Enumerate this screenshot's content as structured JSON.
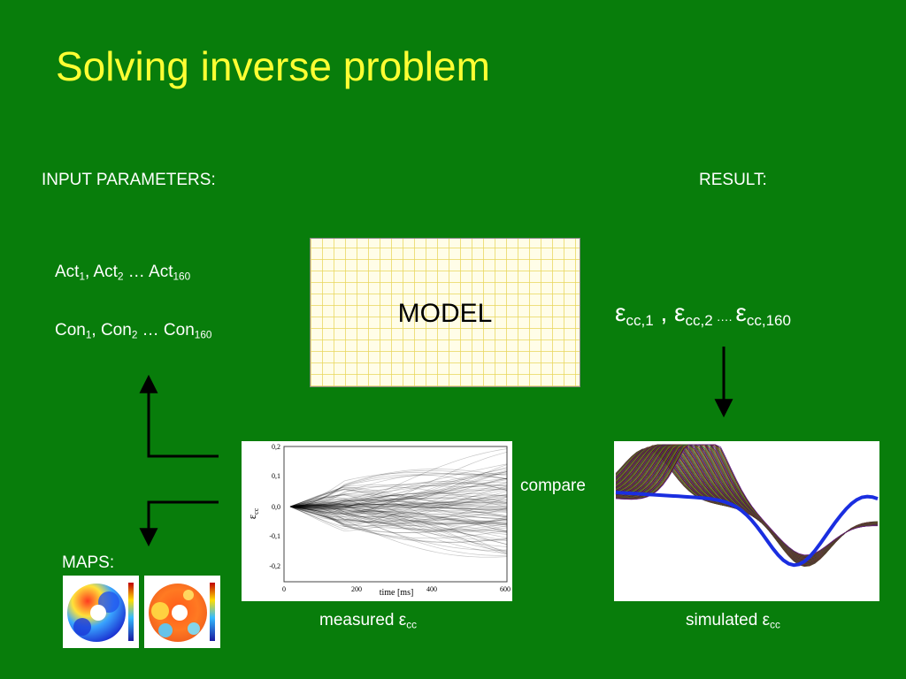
{
  "slide": {
    "title": "Solving inverse problem",
    "input_heading": "INPUT PARAMETERS:",
    "result_heading": "RESULT:",
    "act_line": {
      "a1": "Act",
      "s1": "1",
      "sep1": ", Act",
      "s2": "2",
      "sep2": " … Act",
      "s3": "160"
    },
    "con_line": {
      "a1": "Con",
      "s1": "1",
      "sep1": ", Con",
      "s2": "2",
      "sep2": " … Con",
      "s3": "160"
    },
    "model_label": "MODEL",
    "result_line": {
      "e1": "ε",
      "s1": "cc,1",
      "sep1": " , ε",
      "s2": "cc,2",
      "dots": " …. ",
      "e3": "ε",
      "s3": "cc,160"
    },
    "compare_label": "compare",
    "maps_label": "MAPS:",
    "measured_caption": {
      "text": "measured ε",
      "sub": "cc"
    },
    "simulated_caption": {
      "text": "simulated ε",
      "sub": "cc"
    }
  },
  "measured_plot": {
    "ylabel_main": "ε",
    "ylabel_sub": "cc",
    "yticks": [
      "0,2",
      "0,1",
      "0,0",
      "-0,1",
      "-0,2"
    ],
    "xticks": [
      "0",
      "200",
      "400",
      "600"
    ],
    "xlabel": "time [ms]"
  },
  "colors": {
    "background": "#087d0b",
    "title": "#ffff33",
    "text": "#ffffff",
    "simulated_highlight": "#1a2ee0"
  }
}
